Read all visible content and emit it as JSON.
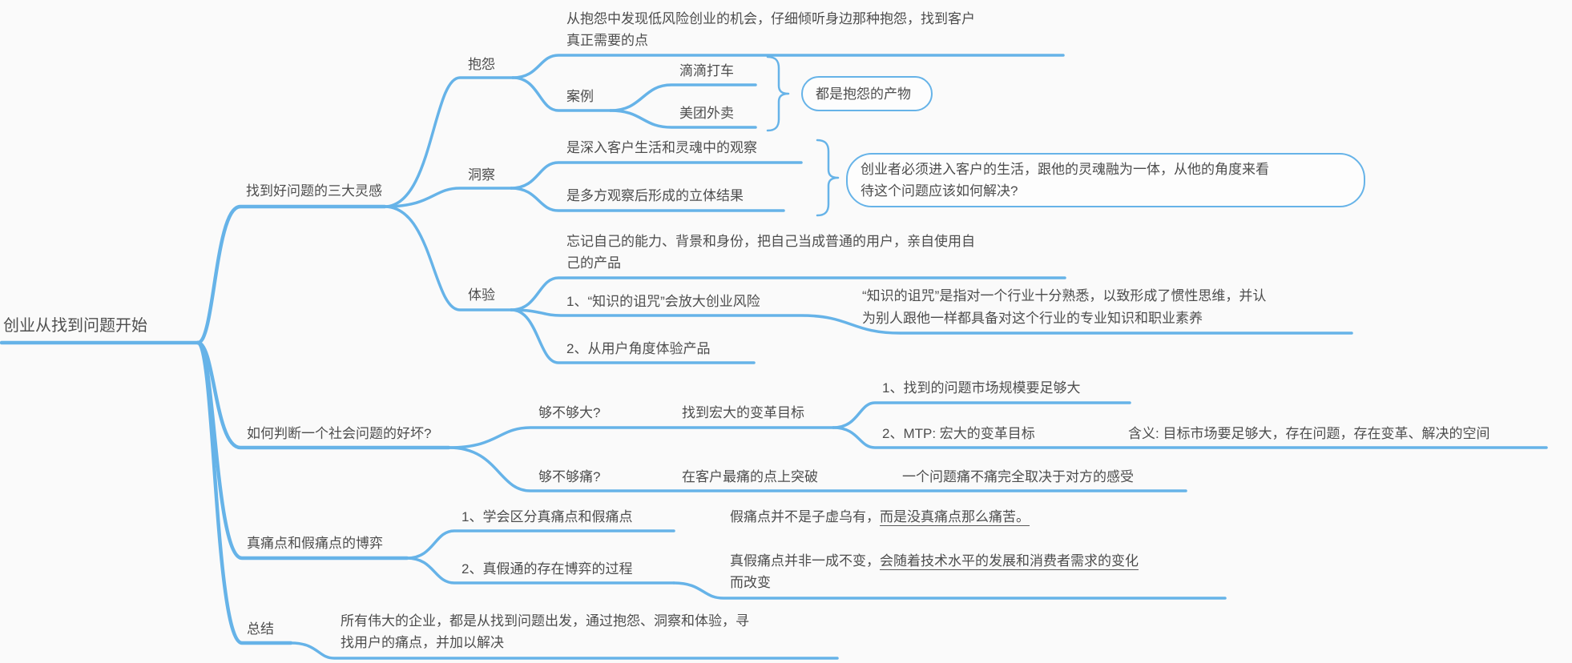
{
  "colors": {
    "branch": "#66b3e8",
    "text": "#4d4d4d",
    "background": "#fafafa"
  },
  "root": {
    "label": "创业从找到问题开始"
  },
  "branch1": {
    "label": "找到好问题的三大灵感",
    "complaint": {
      "label": "抱怨",
      "desc_l1": "从抱怨中发现低风险创业的机会，仔细倾听身边那种抱怨，找到客户",
      "desc_l2": "真正需要的点",
      "cases": {
        "label": "案例",
        "item1": "滴滴打车",
        "item2": "美团外卖",
        "callout": "都是抱怨的产物"
      }
    },
    "insight": {
      "label": "洞察",
      "point1": "是深入客户生活和灵魂中的观察",
      "point2": "是多方观察后形成的立体结果",
      "callout_l1": "创业者必须进入客户的生活，跟他的灵魂融为一体，从他的角度来看",
      "callout_l2": "待这个问题应该如何解决?"
    },
    "experience": {
      "label": "体验",
      "desc_l1": "忘记自己的能力、背景和身份，把自己当成普通的用户，亲自使用自",
      "desc_l2": "己的产品",
      "point1": "1、“知识的诅咒”会放大创业风险",
      "note_l1": "“知识的诅咒”是指对一个行业十分熟悉，以致形成了惯性思维，并认",
      "note_l2": "为别人跟他一样都具备对这个行业的专业知识和职业素养",
      "point2": "2、从用户角度体验产品"
    }
  },
  "branch2": {
    "label": "如何判断一个社会问题的好坏?",
    "big": {
      "question": "够不够大?",
      "answer": "找到宏大的变革目标",
      "point1": "1、找到的问题市场规模要足够大",
      "point2": "2、MTP: 宏大的变革目标",
      "meaning": "含义: 目标市场要足够大，存在问题，存在变革、解决的空间"
    },
    "pain": {
      "question": "够不够痛?",
      "answer": "在客户最痛的点上突破",
      "note": "一个问题痛不痛完全取决于对方的感受"
    }
  },
  "branch3": {
    "label": "真痛点和假痛点的博弈",
    "point1": "1、学会区分真痛点和假痛点",
    "note1_normal": "假痛点并不是子虚乌有，",
    "note1_underlined": "而是没真痛点那么痛苦。",
    "point2": "2、真假通的存在博弈的过程",
    "note2_normal": "真假痛点并非一成不变，",
    "note2_underlined": "会随着技术水平的发展和消费者需求的变化",
    "note2_l2": "而改变"
  },
  "branch4": {
    "label": "总结",
    "summary_l1": "所有伟大的企业，都是从找到问题出发，通过抱怨、洞察和体验，寻",
    "summary_l2": "找用户的痛点，并加以解决"
  }
}
